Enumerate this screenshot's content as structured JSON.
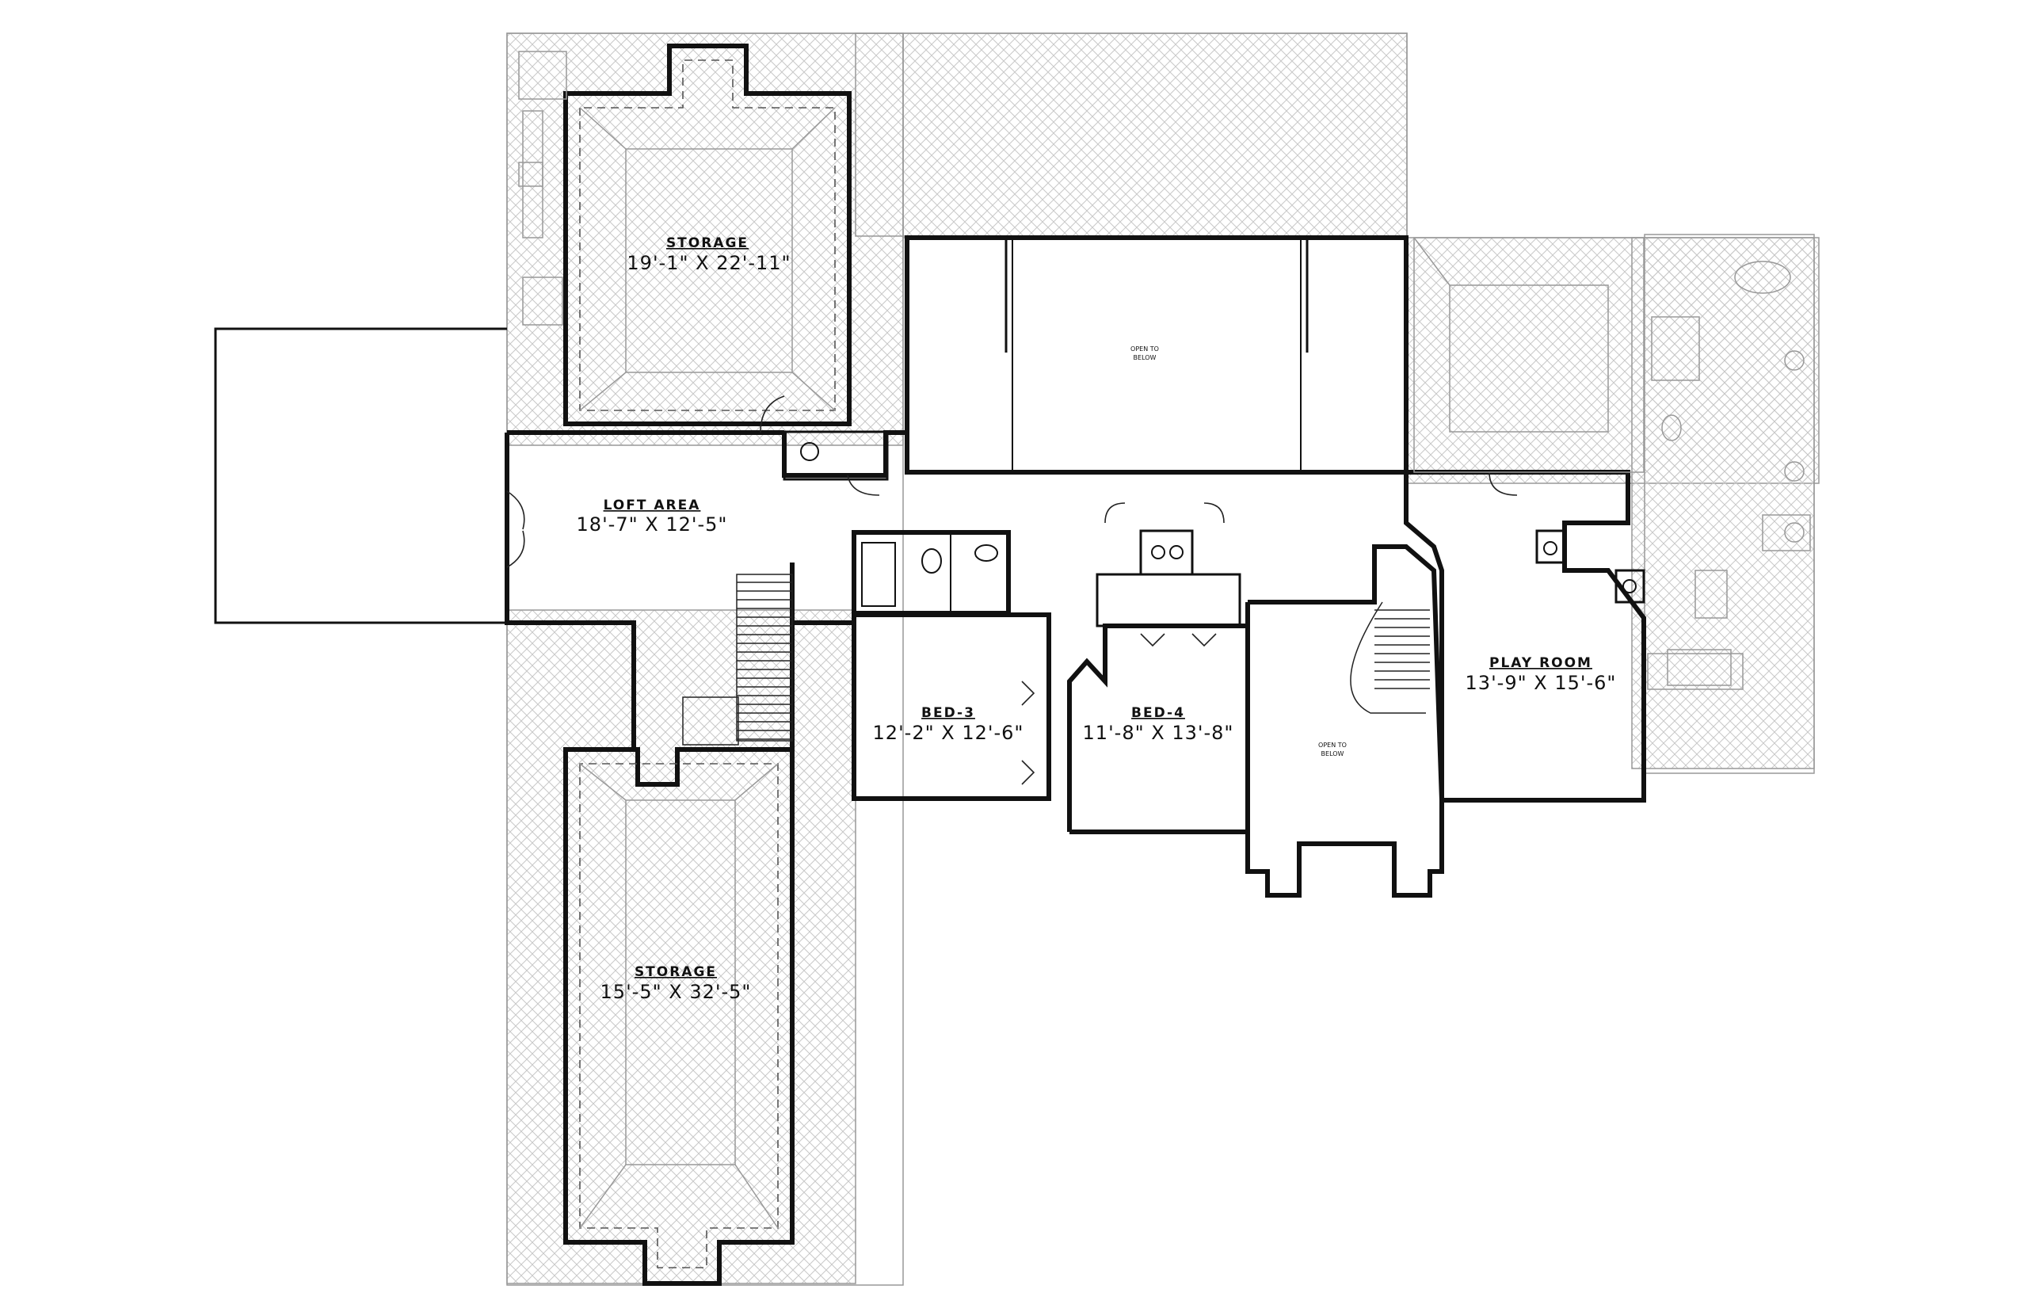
{
  "rooms": {
    "storage_upper": {
      "name": "STORAGE",
      "dims": "19'-1\" X 22'-11\""
    },
    "loft": {
      "name": "LOFT AREA",
      "dims": "18'-7\" X 12'-5\""
    },
    "storage_lower": {
      "name": "STORAGE",
      "dims": "15'-5\" X 32'-5\""
    },
    "bed3": {
      "name": "BED-3",
      "dims": "12'-2\" X 12'-6\""
    },
    "bed4": {
      "name": "BED-4",
      "dims": "11'-8\" X 13'-8\""
    },
    "playroom": {
      "name": "PLAY ROOM",
      "dims": "13'-9\" X 15'-6\""
    }
  },
  "notes": {
    "open_upper_a": "OPEN TO",
    "open_upper_b": "BELOW",
    "open_stair_a": "OPEN TO",
    "open_stair_b": "BELOW"
  },
  "colors": {
    "wall": "#111111",
    "hatch": "#c8c8c8",
    "background": "#ffffff"
  }
}
